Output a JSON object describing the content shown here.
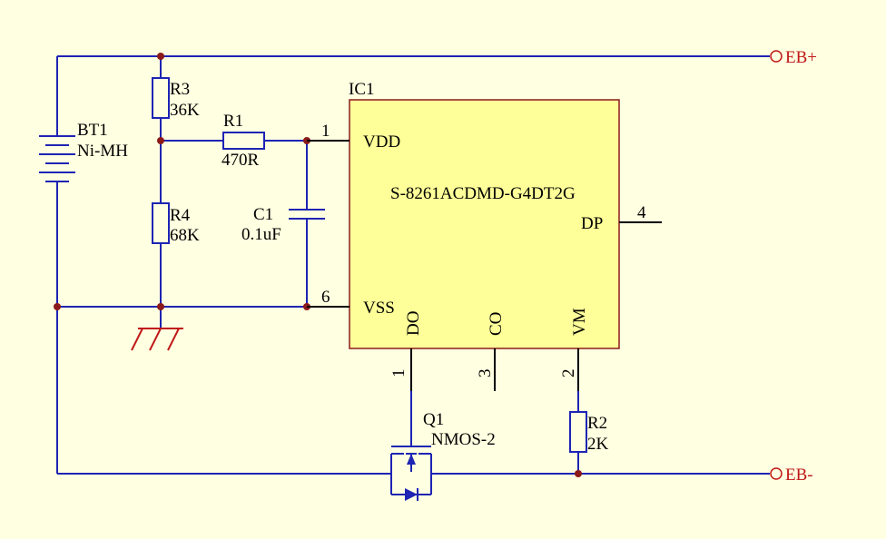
{
  "colors": {
    "background": "#ffffe1",
    "wire": "#1e24b4",
    "junction": "#8b1a1a",
    "ic_fill": "#ffff99",
    "ic_border": "#8b1a1a",
    "pin": "#000000",
    "port": "#c01818",
    "ground": "#c01818"
  },
  "components": {
    "bt1": {
      "ref": "BT1",
      "value": "Ni-MH"
    },
    "r3": {
      "ref": "R3",
      "value": "36K"
    },
    "r4": {
      "ref": "R4",
      "value": "68K"
    },
    "r1": {
      "ref": "R1",
      "value": "470R"
    },
    "c1": {
      "ref": "C1",
      "value": "0.1uF"
    },
    "r2": {
      "ref": "R2",
      "value": "2K"
    },
    "q1": {
      "ref": "Q1",
      "value": "NMOS-2"
    },
    "ic1": {
      "ref": "IC1",
      "part": "S-8261ACDMD-G4DT2G",
      "pins": {
        "vdd": {
          "name": "VDD",
          "number": "1"
        },
        "vss": {
          "name": "VSS",
          "number": "6"
        },
        "dp": {
          "name": "DP",
          "number": "4"
        },
        "do": {
          "name": "DO",
          "number": "1"
        },
        "co": {
          "name": "CO",
          "number": "3"
        },
        "vm": {
          "name": "VM",
          "number": "2"
        }
      }
    }
  },
  "ports": {
    "eb_plus": "EB+",
    "eb_minus": "EB-"
  }
}
